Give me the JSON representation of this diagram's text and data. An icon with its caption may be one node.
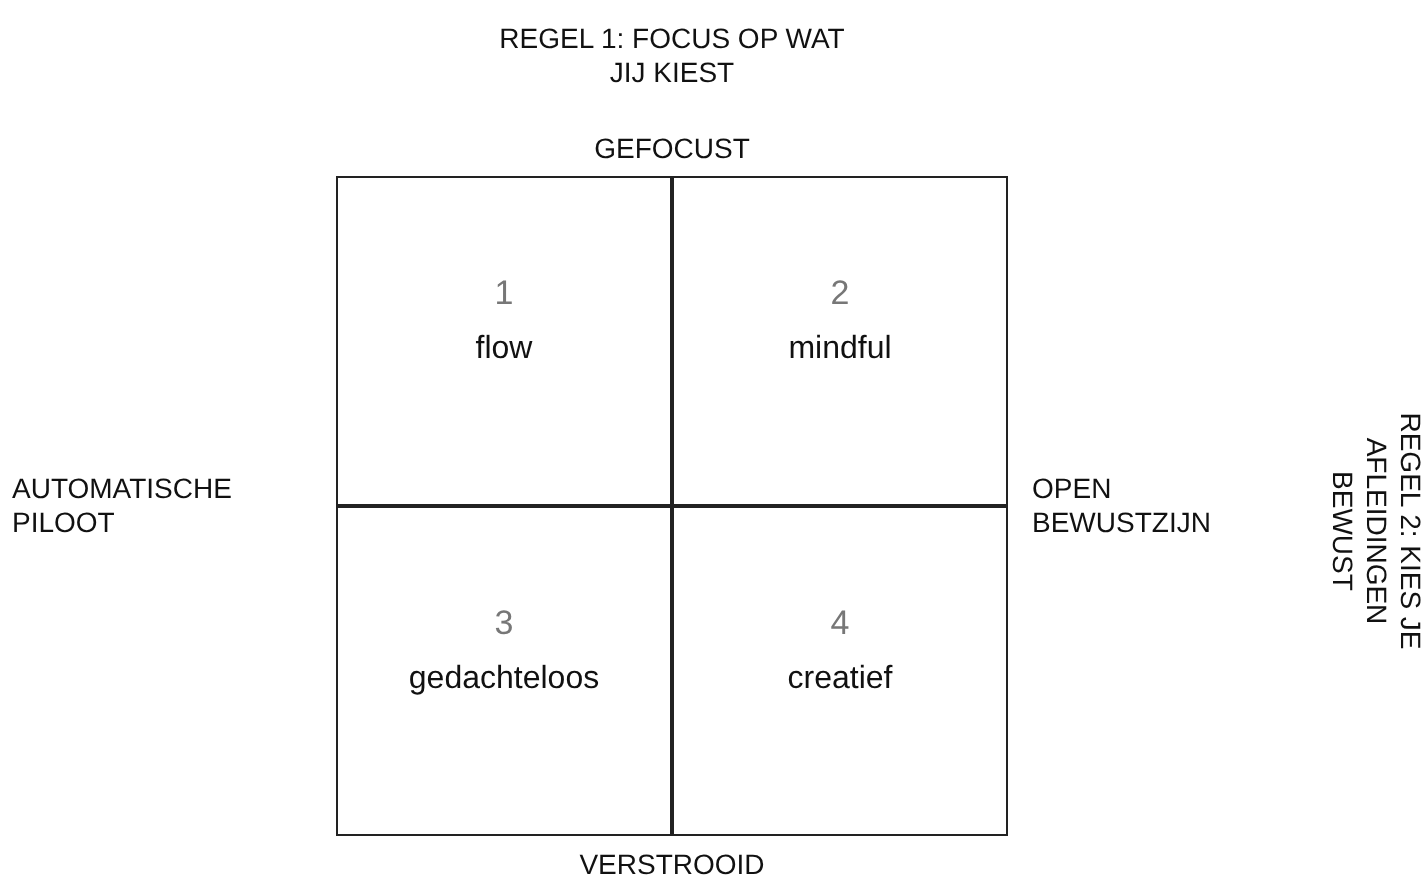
{
  "diagram": {
    "nodes": [
      {
        "text": [
          "1",
          "flow"
        ]
      },
      {
        "text": [
          "2",
          "mindful"
        ]
      },
      {
        "text": [
          "3",
          "gedachteloos"
        ]
      },
      {
        "text": [
          "4",
          "creatief"
        ]
      }
    ],
    "labels": [
      "REGEL 1: FOCUS OP WAT JIJ KIEST",
      "GEFOCUST",
      "AUTOMATISCHE PILOOT",
      "OPEN BEWUSTZIJN",
      "REGEL 2: KIES JE AFLEIDINGEN BEWUST",
      "VERSTROOID"
    ]
  }
}
